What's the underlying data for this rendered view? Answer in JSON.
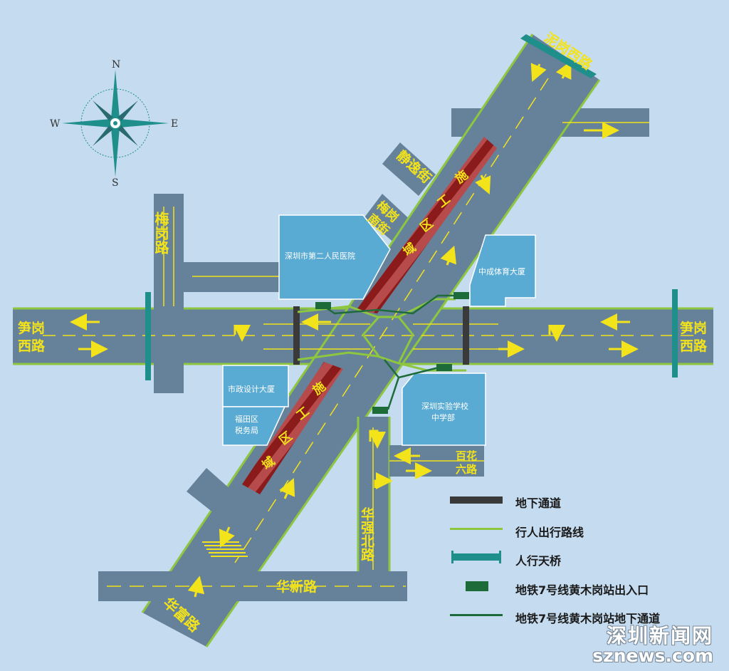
{
  "compass": {
    "north": "N",
    "south": "S",
    "east": "E",
    "west": "W"
  },
  "roads": {
    "sungang_west_left": [
      "笋岗",
      "西路"
    ],
    "sungang_west_right": [
      "笋岗",
      "西路"
    ],
    "meigang": "梅岗路",
    "jingyi": "静逸街",
    "meigang_south": [
      "梅岗",
      "南街"
    ],
    "nigang_west": "泥岗西路",
    "baihua_six": [
      "百花",
      "六路"
    ],
    "huaqiang_north": "华强北路",
    "huaxin": "华新路",
    "huafu": "华富路"
  },
  "buildings": {
    "hospital": "深圳市第二人民医院",
    "zhongcheng": "中成体育大厦",
    "shizheng": "市政设计大厦",
    "futian_tax": [
      "福田区",
      "税务局"
    ],
    "school": [
      "深圳实验学校",
      "中学部"
    ]
  },
  "construction": {
    "upper": [
      "施",
      "工",
      "区",
      "域"
    ],
    "lower": [
      "施",
      "工",
      "区",
      "域"
    ]
  },
  "legend": [
    {
      "symbol": "underpass",
      "label": "地下通道",
      "color": "#3a3a3a"
    },
    {
      "symbol": "pedestrian-route",
      "label": "行人出行路线",
      "color": "#8dc63f"
    },
    {
      "symbol": "footbridge",
      "label": "人行天桥",
      "color": "#1f8f8c"
    },
    {
      "symbol": "metro-entrance",
      "label": "地铁7号线黄木岗站出入口",
      "color": "#1e6b3a"
    },
    {
      "symbol": "metro-passage",
      "label": "地铁7号线黄木岗站地下通道",
      "color": "#1e6b3a"
    }
  ],
  "colors": {
    "background": "#c5dbef",
    "road": "#66819a",
    "road_edge": "#8dc63f",
    "lane_marking": "#f2e31b",
    "building": "#5aabd3",
    "construction": "#8b1a1a",
    "footbridge": "#1f8f8c",
    "metro": "#1e6b3a"
  },
  "branding": {
    "chinese": "深圳新闻网",
    "english": "sznews.com"
  }
}
